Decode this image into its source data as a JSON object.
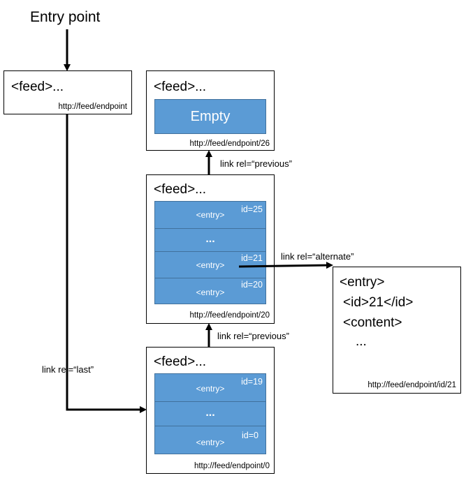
{
  "entry_point": "Entry point",
  "feed_tag": "<feed>...",
  "entry_tag": "<entry>",
  "dots": "...",
  "boxes": {
    "endpoint": {
      "url": "http://feed/endpoint"
    },
    "p26": {
      "url": "http://feed/endpoint/26",
      "empty_label": "Empty"
    },
    "p20": {
      "url": "http://feed/endpoint/20",
      "ids": [
        "id=25",
        "id=21",
        "id=20"
      ]
    },
    "p0": {
      "url": "http://feed/endpoint/0",
      "ids": [
        "id=19",
        "id=0"
      ]
    },
    "entry21": {
      "url": "http://feed/endpoint/id/21",
      "lines": [
        "<entry>",
        "<id>21</id>",
        "<content>",
        "..."
      ]
    }
  },
  "links": {
    "last": "link rel=“last”",
    "previous_upper": "link rel=“previous”",
    "previous_lower": "link rel=“previous”",
    "alternate": "link rel=“alternate”"
  }
}
